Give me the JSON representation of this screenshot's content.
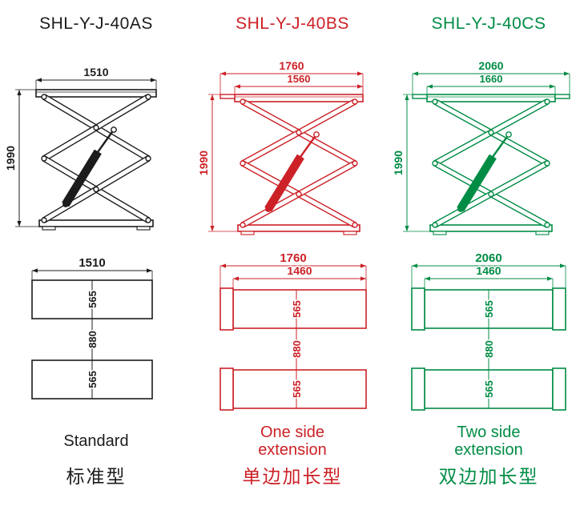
{
  "page": {
    "background": "#ffffff"
  },
  "columns": [
    {
      "id": "standard",
      "model": "SHL-Y-J-40AS",
      "color": "#1c1c1c",
      "extension": "none",
      "side_view": {
        "outer_width": "1510",
        "height": "1990"
      },
      "top_view": {
        "outer_width": "1510",
        "platform_depth_top": "565",
        "center_gap": "880",
        "platform_depth_bottom": "565"
      },
      "caption_en": "Standard",
      "caption_cn": "标准型"
    },
    {
      "id": "one-side-extension",
      "model": "SHL-Y-J-40BS",
      "color": "#cc2127",
      "extension": "left",
      "side_view": {
        "outer_width": "1760",
        "inner_width": "1560",
        "height": "1990"
      },
      "top_view": {
        "outer_width": "1760",
        "inner_width": "1460",
        "platform_depth_top": "565",
        "center_gap": "880",
        "platform_depth_bottom": "565"
      },
      "caption_en": "One side extension",
      "caption_cn": "单边加长型"
    },
    {
      "id": "two-side-extension",
      "model": "SHL-Y-J-40CS",
      "color": "#008c45",
      "extension": "both",
      "side_view": {
        "outer_width": "2060",
        "inner_width": "1660",
        "height": "1990"
      },
      "top_view": {
        "outer_width": "2060",
        "inner_width": "1460",
        "platform_depth_top": "565",
        "center_gap": "880",
        "platform_depth_bottom": "565"
      },
      "caption_en": "Two side extension",
      "caption_cn": "双边加长型"
    }
  ]
}
